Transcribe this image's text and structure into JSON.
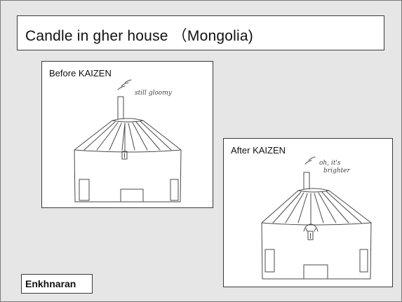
{
  "slide": {
    "title": "Candle in gher house （Mongolia)",
    "author": "Enkhnaran"
  },
  "panels": {
    "before": {
      "label": "Before KAIZEN",
      "note": "still gloomy"
    },
    "after": {
      "label": "After KAIZEN",
      "note_line1": "oh, it's",
      "note_line2": "brighter"
    }
  },
  "icons": [
    "gher-sketch-before",
    "gher-sketch-after",
    "candle-icon",
    "smoke-icon"
  ]
}
